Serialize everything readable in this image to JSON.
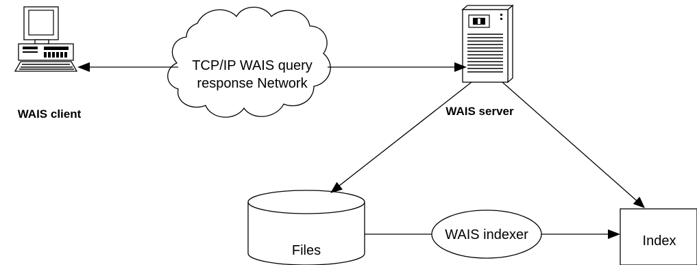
{
  "nodes": {
    "client": {
      "label": "WAIS client",
      "icon": "computer-icon"
    },
    "network": {
      "line1": "TCP/IP WAIS query",
      "line2": "response Network",
      "icon": "cloud-icon"
    },
    "server": {
      "label": "WAIS server",
      "icon": "server-tower-icon"
    },
    "files": {
      "label": "Files",
      "icon": "database-cylinder-icon"
    },
    "indexer": {
      "label": "WAIS indexer"
    },
    "index": {
      "label": "Index"
    }
  },
  "colors": {
    "stroke": "#000000",
    "background": "#ffffff"
  }
}
